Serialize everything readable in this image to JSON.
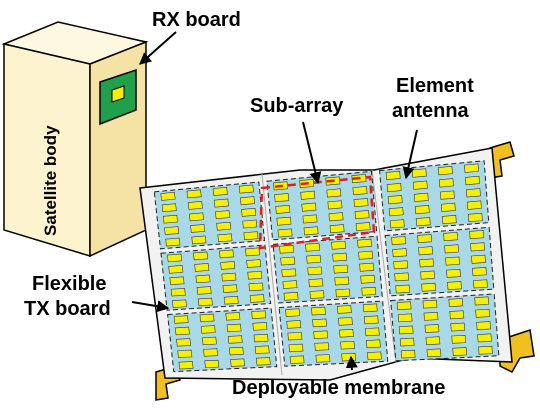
{
  "labels": {
    "rx_board": "RX board",
    "satellite_body": "Satellite body",
    "sub_array": "Sub-array",
    "element_antenna_line1": "Element",
    "element_antenna_line2": "antenna",
    "flexible_tx_line1": "Flexible",
    "flexible_tx_line2": "TX board",
    "deployable_membrane": "Deployable membrane"
  },
  "colors": {
    "body_face": "#fdf3cf",
    "body_side": "#f5e2a5",
    "body_top": "#fef8e0",
    "rx_board": "#1fa04a",
    "chip": "#f5f000",
    "membrane": "#f2f2f2",
    "antenna_panel": "#a9d8e6",
    "element": "#f5f000",
    "subarray_outline": "#e02020",
    "bracket": "#f0c020"
  },
  "layout": {
    "panel_columns": 3,
    "panel_rows": 3,
    "elements_per_panel_columns": 4,
    "elements_per_panel_rows": 5
  }
}
